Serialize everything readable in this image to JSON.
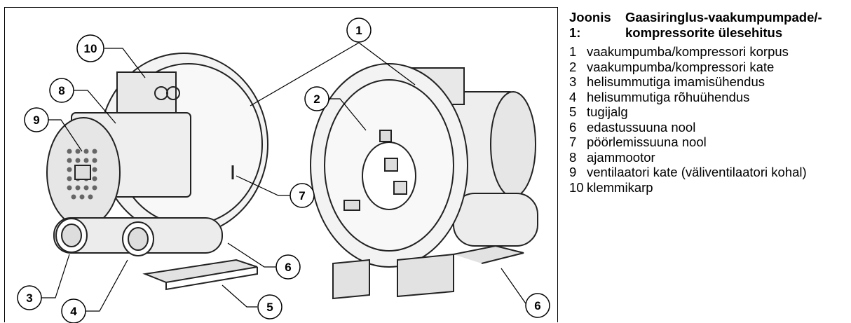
{
  "figure": {
    "callouts": [
      "1",
      "2",
      "3",
      "4",
      "5",
      "6",
      "6",
      "7",
      "8",
      "9",
      "10"
    ]
  },
  "caption": {
    "label": "Joonis 1:",
    "title": "Gaasiringlus-vaakumpumpade/-kompressorite ülesehitus"
  },
  "legend": [
    {
      "num": "1",
      "text": "vaakumpumba/kompressori korpus"
    },
    {
      "num": "2",
      "text": "vaakumpumba/kompressori kate"
    },
    {
      "num": "3",
      "text": "helisummutiga imamisühendus"
    },
    {
      "num": "4",
      "text": "helisummutiga rõhuühendus"
    },
    {
      "num": "5",
      "text": "tugijalg"
    },
    {
      "num": "6",
      "text": "edastussuuna nool"
    },
    {
      "num": "7",
      "text": "pöörlemissuuna nool"
    },
    {
      "num": "8",
      "text": "ajammootor"
    },
    {
      "num": "9",
      "text": "ventilaatori kate (väliventilaatori kohal)"
    },
    {
      "num": "10",
      "text": "klemmikarp"
    }
  ]
}
